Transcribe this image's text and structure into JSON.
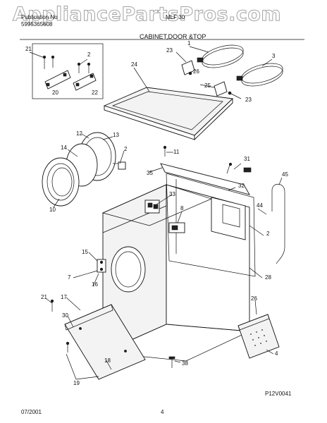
{
  "watermark": "AppliancePartsPros.com",
  "header": {
    "line1": "Publication No",
    "line2": "5995365608",
    "model": "MLF 30",
    "section_title": "CABINET,DOOR &TOP"
  },
  "footer": {
    "date": "07/2001",
    "page_number": "4",
    "figure_code": "P12V0041"
  },
  "callouts": [
    "21",
    "2",
    "20",
    "22",
    "1",
    "23",
    "26",
    "3",
    "24",
    "25",
    "23",
    "12",
    "13",
    "2",
    "11",
    "14",
    "31",
    "35",
    "45",
    "32",
    "33",
    "8",
    "44",
    "2",
    "10",
    "15",
    "7",
    "16",
    "17",
    "28",
    "21",
    "30",
    "26",
    "18",
    "19",
    "4",
    "38"
  ]
}
